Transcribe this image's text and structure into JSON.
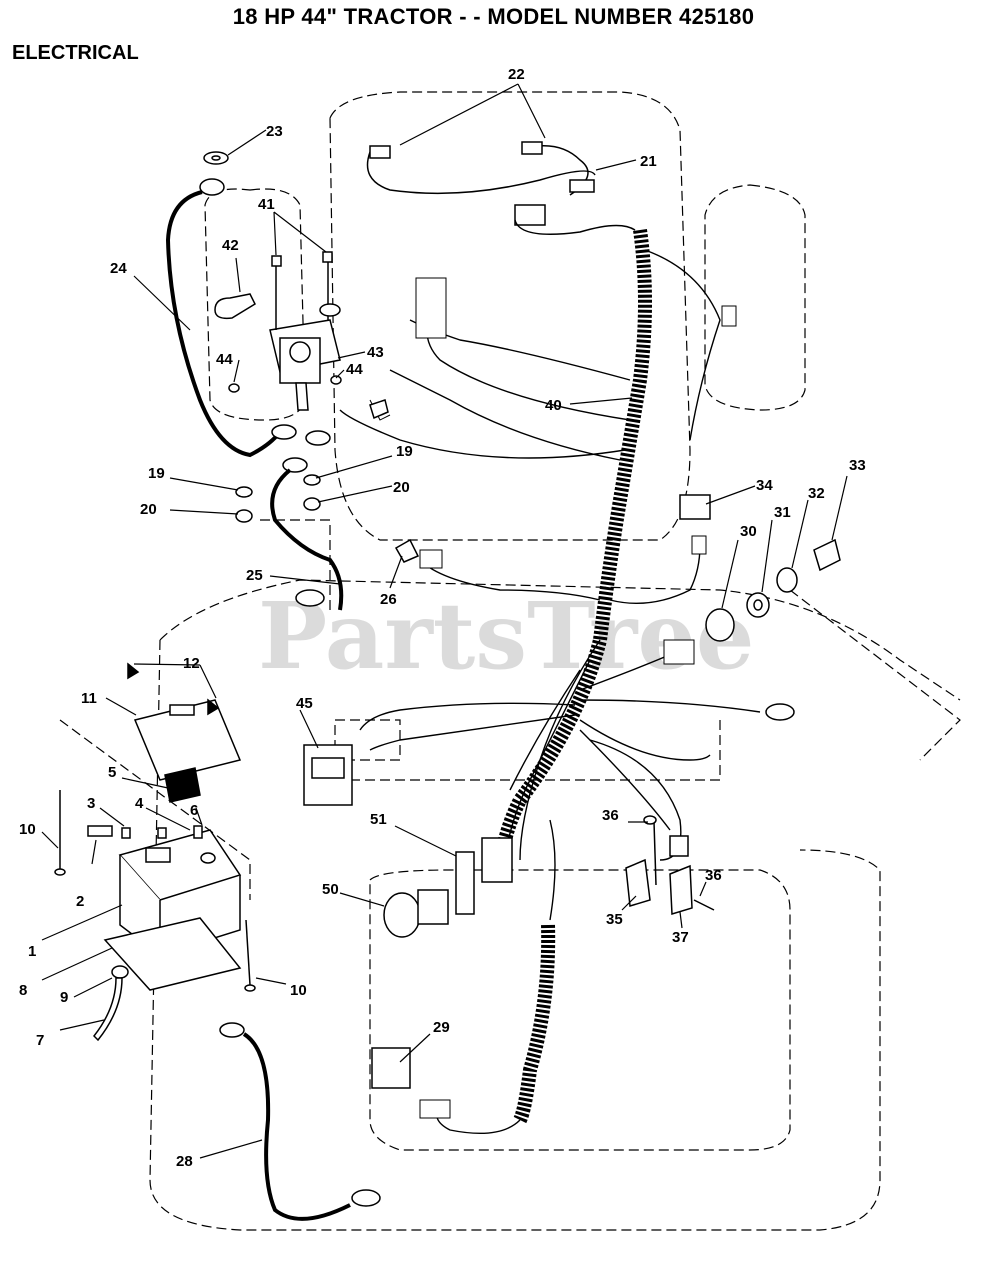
{
  "header": {
    "title": "18 HP 44\" TRACTOR - - MODEL NUMBER 425180",
    "section": "ELECTRICAL"
  },
  "watermark": "PartsTree",
  "callouts": [
    "1",
    "2",
    "3",
    "4",
    "5",
    "6",
    "7",
    "8",
    "9",
    "10",
    "10",
    "11",
    "12",
    "19",
    "19",
    "20",
    "20",
    "21",
    "22",
    "23",
    "24",
    "25",
    "26",
    "28",
    "29",
    "30",
    "31",
    "32",
    "33",
    "34",
    "35",
    "36",
    "36",
    "37",
    "40",
    "41",
    "42",
    "43",
    "44",
    "44",
    "45",
    "50",
    "51"
  ],
  "colors": {
    "lines": "#000000",
    "watermark": "#c9c9c9",
    "background": "#ffffff"
  }
}
